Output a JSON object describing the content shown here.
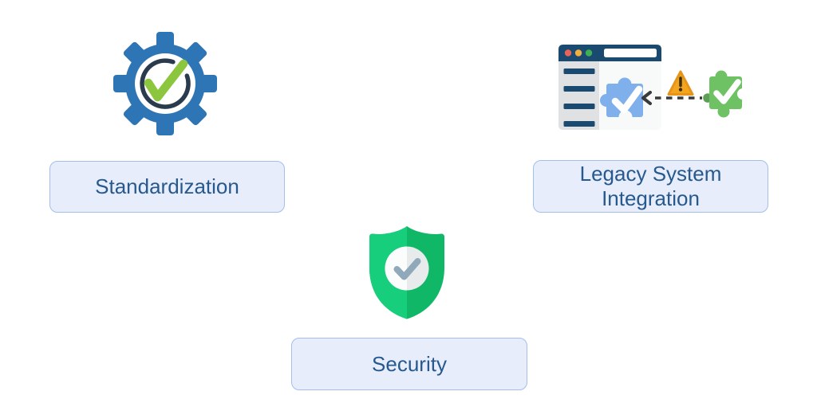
{
  "diagram": {
    "background_color": "#ffffff",
    "nodes": [
      {
        "id": "standardization",
        "label": "Standardization",
        "icon": "gear-check-icon"
      },
      {
        "id": "legacy_system_integration",
        "label": "Legacy System Integration",
        "icon": "browser-puzzle-warning-icon"
      },
      {
        "id": "security",
        "label": "Security",
        "icon": "shield-check-icon"
      }
    ],
    "colors": {
      "label_box_fill": "#e7edfb",
      "label_box_border": "#a3bfe9",
      "label_text": "#27598e",
      "gear_blue": "#2e75b6",
      "gear_ring_navy": "#2b3b4e",
      "check_green": "#8cc63e",
      "browser_bar_navy": "#1a4a70",
      "browser_sidebar_gray": "#dfe1e2",
      "browser_content": "#f8f9f9",
      "browser_dot_red": "#e8635a",
      "browser_dot_yellow": "#f0b03f",
      "browser_dot_green": "#3db055",
      "address_bar_white": "#ffffff",
      "puzzle_blue": "#7fb0ec",
      "puzzle_green": "#6fc263",
      "puzzle_green_connector_knob": "#5f9e58",
      "warning_fill": "#f5a51d",
      "warning_border": "#e5941c",
      "warning_mark": "#3a2f0e",
      "dashed_line": "#3a3a3a",
      "shield_green_left": "#17ce7c",
      "shield_green_right": "#10b767",
      "shield_circle_left": "#fbfdfd",
      "shield_circle_right": "#e7ebeb",
      "shield_check_gray": "#90a9ba"
    }
  }
}
